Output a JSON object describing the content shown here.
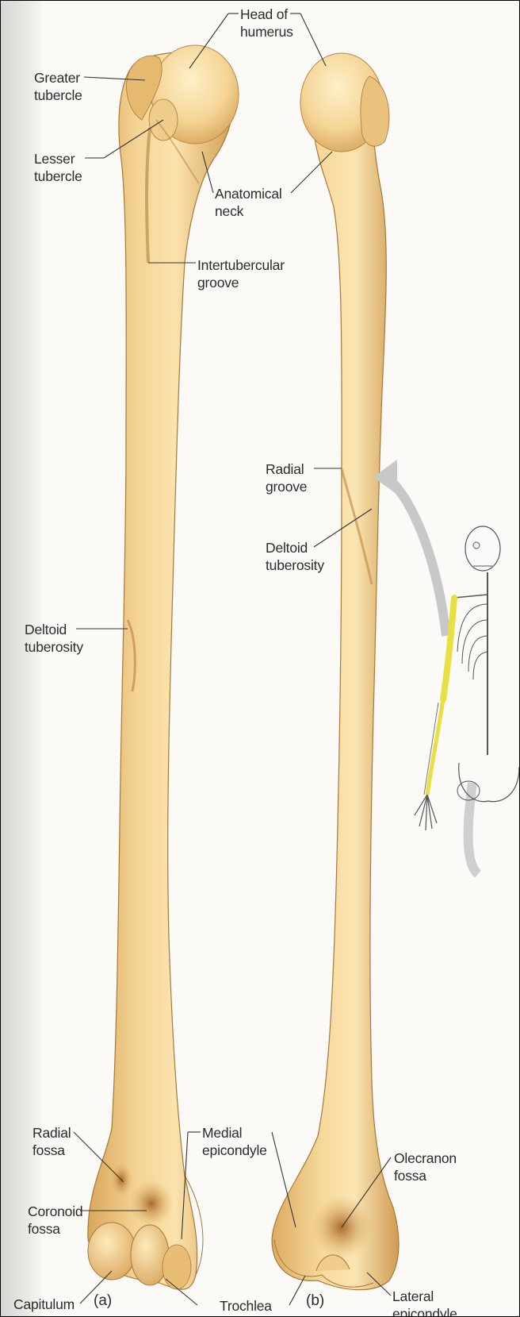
{
  "labels": {
    "greater_tubercle": "Greater\ntubercle",
    "lesser_tubercle": "Lesser\ntubercle",
    "head_of_humerus": "Head of\nhumerus",
    "anatomical_neck": "Anatomical\nneck",
    "intertubercular_groove": "Intertubercular\ngroove",
    "deltoid_tuberosity_a": "Deltoid\ntuberosity",
    "radial_groove": "Radial\ngroove",
    "deltoid_tuberosity_b": "Deltoid\ntuberosity",
    "radial_fossa": "Radial\nfossa",
    "coronoid_fossa": "Coronoid\nfossa",
    "capitulum": "Capitulum",
    "medial_epicondyle": "Medial\nepicondyle",
    "trochlea": "Trochlea",
    "olecranon_fossa": "Olecranon\nfossa",
    "lateral_epicondyle": "Lateral\nepicondyle"
  },
  "captions": {
    "a": "(a)",
    "b": "(b)"
  },
  "colors": {
    "bone_light": "#f8dca0",
    "bone_mid": "#eec57c",
    "bone_dark": "#c9944a",
    "highlight": "#e8e040",
    "arrow": "#c8c8c8"
  }
}
